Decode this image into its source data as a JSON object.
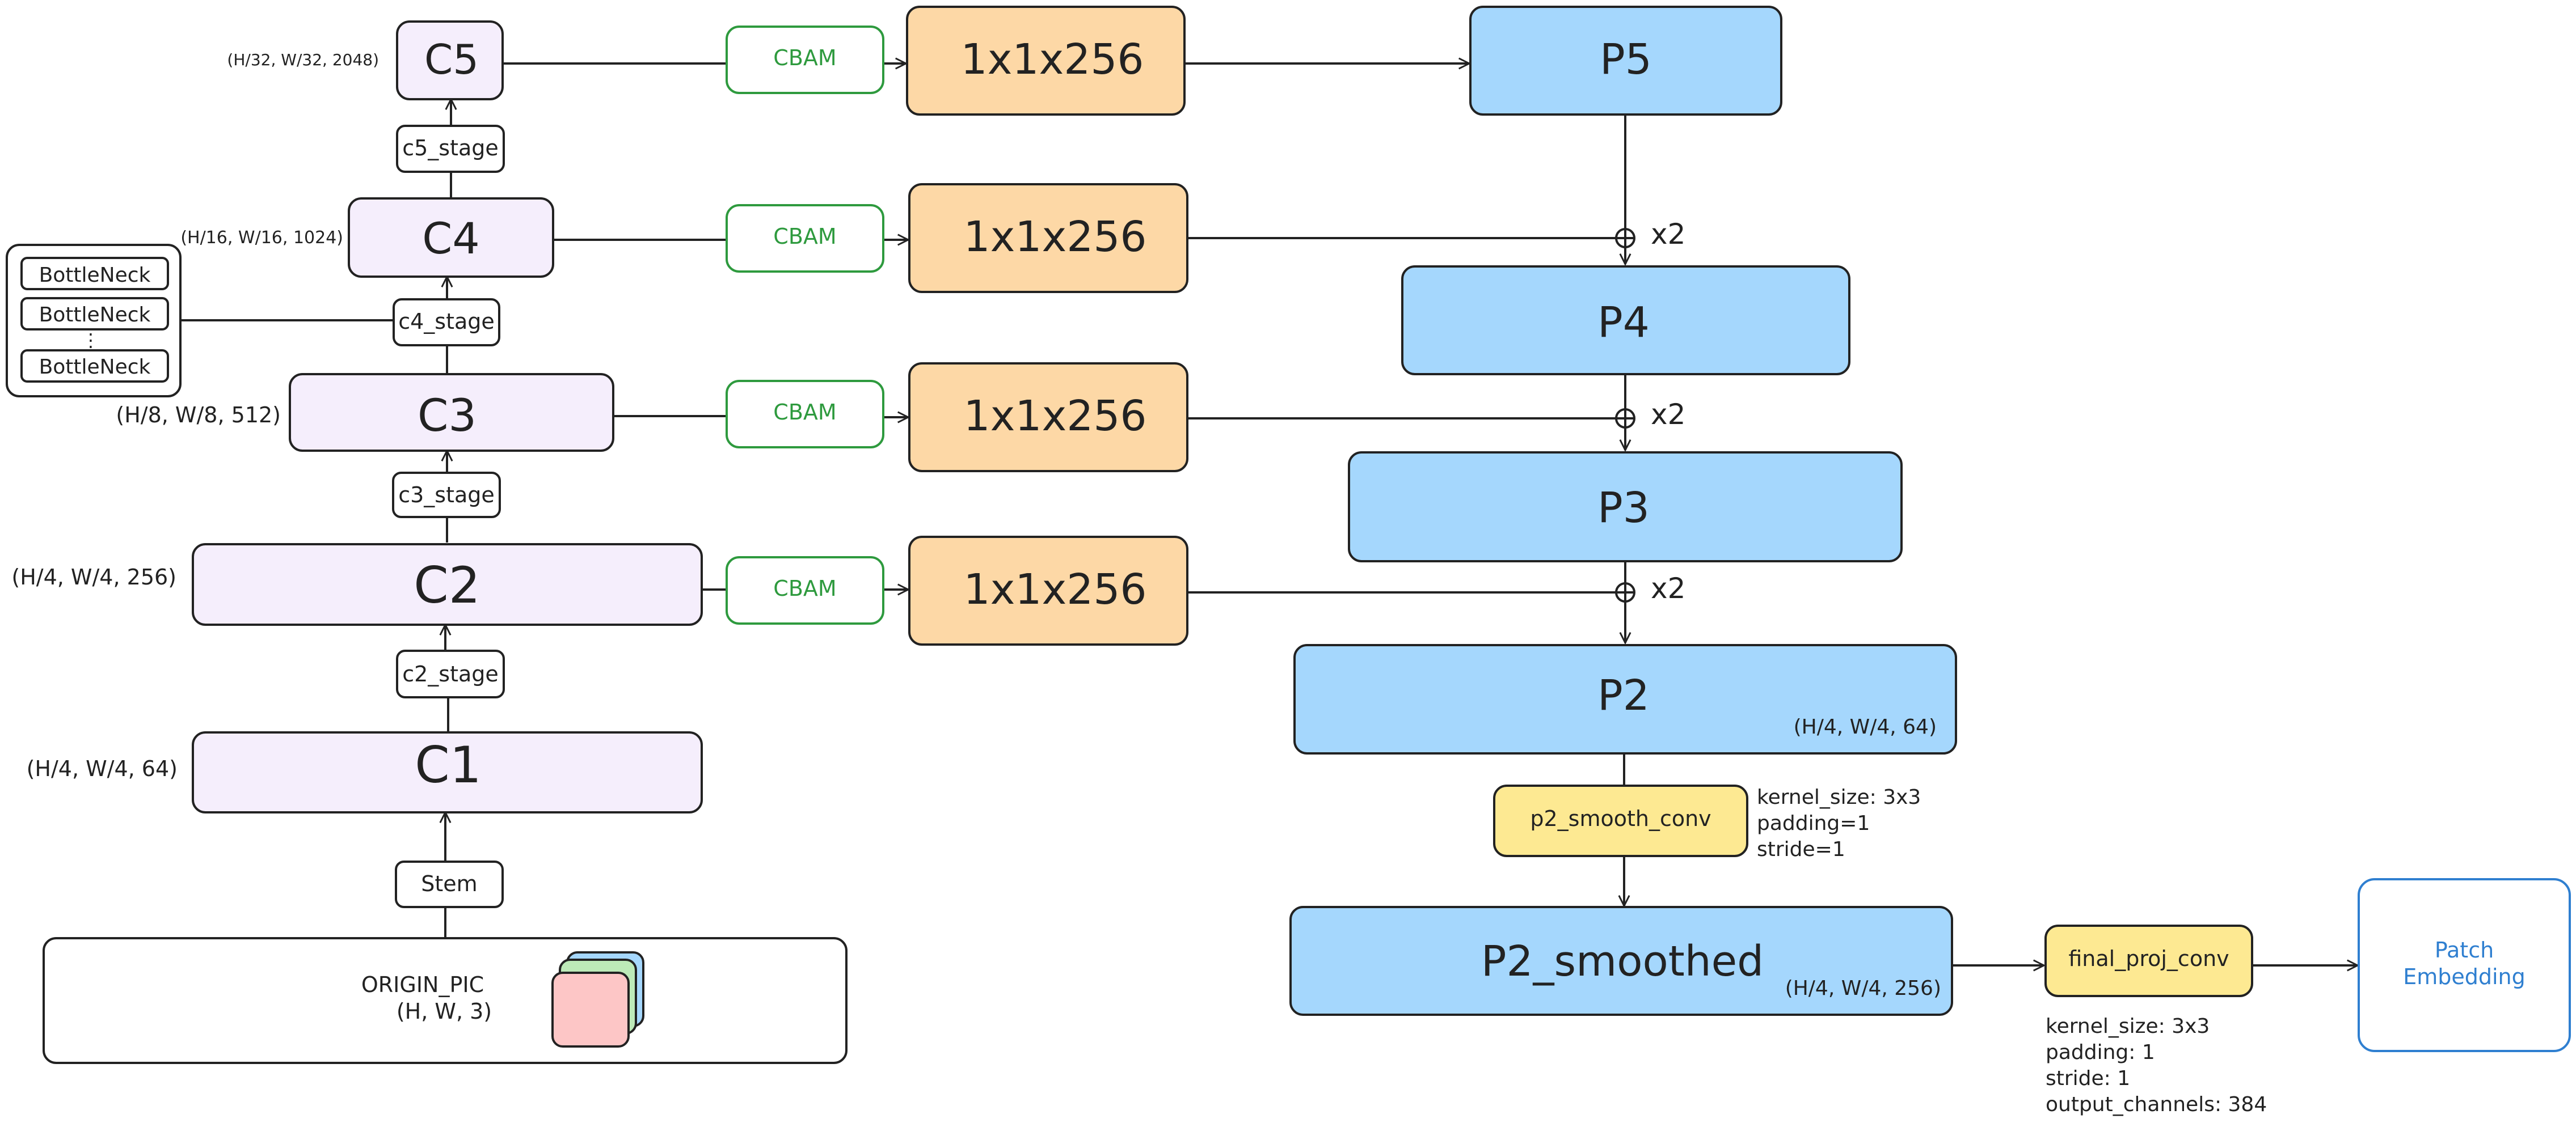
{
  "colors": {
    "backbone_fill": "#f5eefc",
    "lateral_fill": "#fdd8a6",
    "pyramid_fill": "#a5d7fd",
    "conv_fill": "#fde992",
    "cbam_stroke": "#2e9a3e",
    "cbam_text": "#2e9a3e",
    "patch_stroke": "#2f7fd0",
    "patch_text": "#2f7fd0",
    "line": "#222222",
    "pic_layers": [
      "#a5d7fd",
      "#bdeab8",
      "#fdc6c6"
    ]
  },
  "backbone": {
    "c5": {
      "label": "C5",
      "shape": "(H/32, W/32, 2048)"
    },
    "c4": {
      "label": "C4",
      "shape": "(H/16, W/16, 1024)"
    },
    "c3": {
      "label": "C3",
      "shape": "(H/8, W/8, 512)"
    },
    "c2": {
      "label": "C2",
      "shape": "(H/4, W/4, 256)"
    },
    "c1": {
      "label": "C1",
      "shape": "(H/4, W/4, 64)"
    }
  },
  "stages": {
    "c5": "c5_stage",
    "c4": "c4_stage",
    "c3": "c3_stage",
    "c2": "c2_stage",
    "stem": "Stem"
  },
  "bottlenecks": [
    "BottleNeck",
    "BottleNeck",
    "BottleNeck"
  ],
  "bottleneck_ellipsis": "⋮",
  "input": {
    "title": "ORIGIN_PIC",
    "shape": "(H, W, 3)"
  },
  "cbam_label": "CBAM",
  "lateral_label": "1x1x256",
  "pyramid": {
    "p5": {
      "label": "P5"
    },
    "p4": {
      "label": "P4"
    },
    "p3": {
      "label": "P3"
    },
    "p2": {
      "label": "P2",
      "shape": "(H/4, W/4, 64)"
    },
    "p2_smoothed": {
      "label": "P2_smoothed",
      "shape": "(H/4, W/4, 256)"
    }
  },
  "upsample_label": "x2",
  "smooth_conv": {
    "label": "p2_smooth_conv",
    "params": [
      "kernel_size: 3x3",
      "padding=1",
      "stride=1"
    ]
  },
  "final_proj": {
    "label": "final_proj_conv",
    "params": [
      "kernel_size: 3x3",
      "padding: 1",
      "stride: 1",
      "output_channels: 384"
    ]
  },
  "output": {
    "label": "Patch Embedding",
    "lines": [
      "Patch",
      "Embedding"
    ]
  }
}
